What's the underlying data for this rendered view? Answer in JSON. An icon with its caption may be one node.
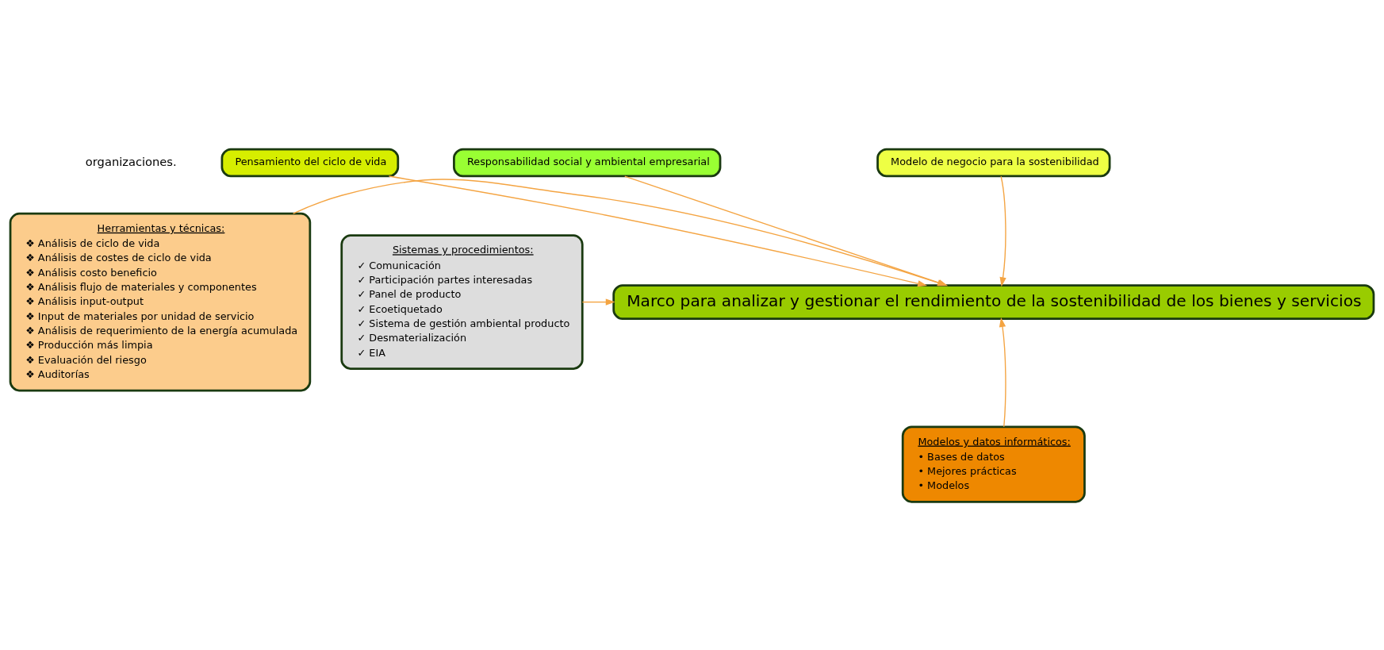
{
  "diagram": {
    "nodes": [
      {
        "text": [
          "Pensamiento del ciclo de vida"
        ]
      },
      {
        "text": [
          "Modelo de negocio para la sostenibilidad"
        ]
      },
      {
        "text": [
          "Responsabilidad social y ambiental empresarial"
        ]
      },
      {
        "text": [
          "Herramientas y técnicas:",
          "❖ Análisis de ciclo de vida",
          "❖ Análisis de costes de ciclo de vida",
          "❖ Análisis costo beneficio",
          "❖ Análisis flujo de materiales y componentes",
          "❖ Análisis input-output",
          "❖ Input de materiales por unidad de servicio",
          "❖ Análisis de requerimiento de la energía acumulada",
          "❖ Producción más limpia",
          "❖ Evaluación del riesgo",
          "❖ Auditorías"
        ]
      },
      {
        "text": [
          "Marco para analizar y gestionar el rendimiento de la sostenibilidad de los bienes y servicios"
        ]
      },
      {
        "text": [
          "Sistemas y procedimientos:",
          "✓ Comunicación",
          "✓ Participación partes interesadas",
          "✓ Panel de producto",
          "✓ Ecoetiquetado",
          "✓ Sistema de gestión ambiental producto",
          "✓ Desmaterialización",
          "✓ EIA"
        ]
      },
      {
        "text": [
          "Modelos y datos informáticos:",
          "• Bases de datos",
          "• Mejores prácticas",
          "• Modelos"
        ]
      }
    ],
    "edges": [
      {
        "from": 0,
        "to": 4,
        "arrow": "to"
      },
      {
        "from": 1,
        "to": 4,
        "arrow": "to"
      },
      {
        "from": 2,
        "to": 4,
        "arrow": "to"
      },
      {
        "from": 3,
        "to": 4,
        "arrow": "to"
      },
      {
        "from": 5,
        "to": 4,
        "arrow": "to"
      },
      {
        "from": 6,
        "to": 4,
        "arrow": "to"
      }
    ],
    "labels": [
      "organizaciones."
    ]
  }
}
